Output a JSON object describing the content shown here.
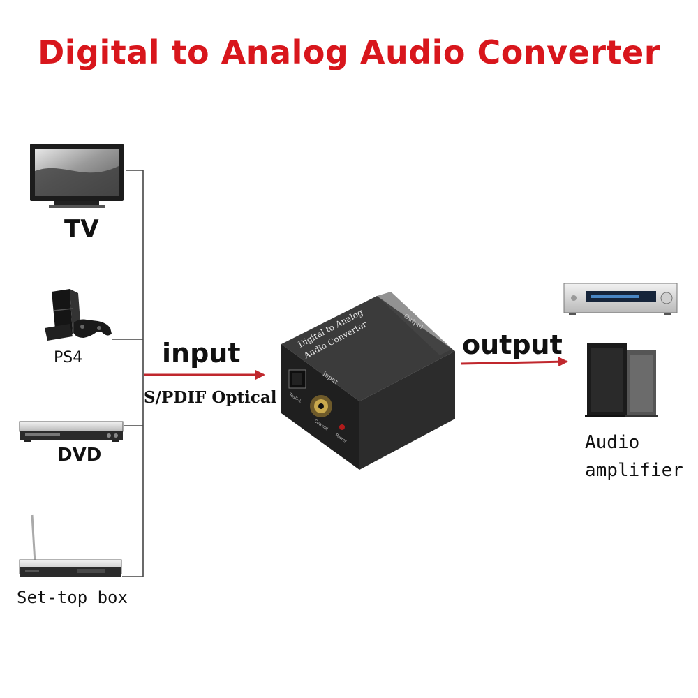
{
  "title": "Digital to Analog Audio Converter",
  "sources": [
    {
      "label": "TV",
      "icon": "tv-icon"
    },
    {
      "label": "PS4",
      "icon": "game-console-icon"
    },
    {
      "label": "DVD",
      "icon": "dvd-player-icon"
    },
    {
      "label": "Set-top box",
      "icon": "set-top-box-icon"
    }
  ],
  "input": {
    "label": "input",
    "sublabel": "S/PDIF Optical"
  },
  "converter": {
    "face_line1": "Digital to Analog",
    "face_line2": "Audio Converter",
    "face_input": "input",
    "side_output": "Output",
    "port1": "Toslink",
    "port2": "Coaxial",
    "port3": "Power"
  },
  "output": {
    "label": "output"
  },
  "destination": {
    "label_line1": "Audio",
    "label_line2": "amplifier",
    "icon": "speaker-amplifier-icon"
  },
  "colors": {
    "title": "#d8161c",
    "arrow": "#c0272d",
    "connector": "#444444"
  }
}
